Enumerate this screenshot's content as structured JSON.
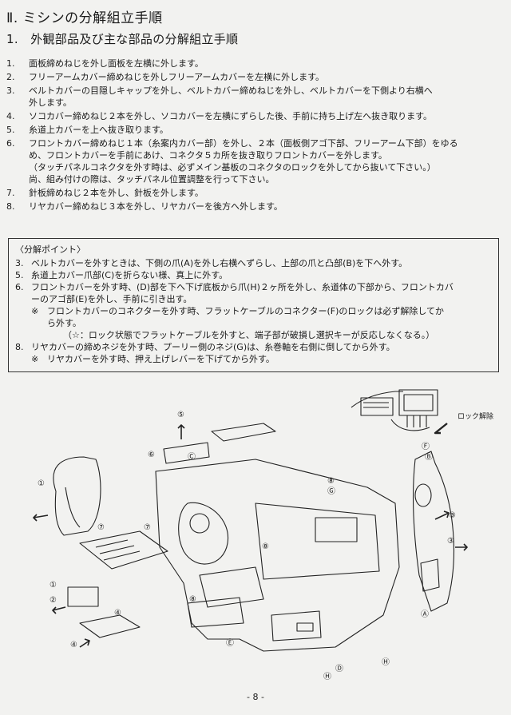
{
  "heading": "Ⅱ. ミシンの分解組立手順",
  "subheading": "1.　外観部品及び主な部品の分解組立手順",
  "steps": [
    {
      "num": "1.",
      "lines": [
        "面板締めねじを外し面板を左横に外します。"
      ]
    },
    {
      "num": "2.",
      "lines": [
        "フリーアームカバー締めねじを外しフリーアームカバーを左横に外します。"
      ]
    },
    {
      "num": "3.",
      "lines": [
        "ベルトカバーの目隠しキャップを外し、ベルトカバー締めねじを外し、ベルトカバーを下側より右横へ",
        "外します。"
      ]
    },
    {
      "num": "4.",
      "lines": [
        "ソコカバー締めねじ２本を外し、ソコカバーを左横にずらした後、手前に持ち上げ左へ抜き取ります。"
      ]
    },
    {
      "num": "5.",
      "lines": [
        "糸道上カバーを上へ抜き取ります。"
      ]
    },
    {
      "num": "6.",
      "lines": [
        "フロントカバー締めねじ１本（糸案内カバー部）を外し、２本（面板側アゴ下部、フリーアーム下部）をゆる",
        "め、フロントカバーを手前にあけ、コネクタ５カ所を抜き取りフロントカバーを外します。",
        "（タッチパネルコネクタを外す時は、必ずメイン基板のコネクタのロックを外してから抜いて下さい。）",
        "尚、組み付けの際は、タッチパネル位置調整を行って下さい。"
      ]
    },
    {
      "num": "7.",
      "lines": [
        "針板締めねじ２本を外し、針板を外します。"
      ]
    },
    {
      "num": "8.",
      "lines": [
        "リヤカバー締めねじ３本を外し、リヤカバーを後方へ外します。"
      ]
    }
  ],
  "points": {
    "title": "〈分解ポイント〉",
    "items": [
      {
        "num": "3.",
        "lines": [
          "ベルトカバーを外すときは、下側の爪(A)を外し右横へずらし、上部の爪と凸部(B)を下へ外す。"
        ]
      },
      {
        "num": "5.",
        "lines": [
          "糸道上カバー爪部(C)を折らない様、真上に外す。"
        ]
      },
      {
        "num": "6.",
        "lines": [
          "フロントカバーを外す時、(D)部を下へ下げ底板から爪(H)２ヶ所を外し、糸道体の下部から、フロントカバ",
          "ーのアゴ部(E)を外し、手前に引き出す。"
        ],
        "note_mark": "※",
        "note_lines": [
          "フロントカバーのコネクターを外す時、フラットケーブルのコネクター(F)のロックは必ず解除してか",
          "ら外す。"
        ],
        "sub_note": "（☆：ロック状態でフラットケーブルを外すと、端子部が破損し選択キーが反応しなくなる。）"
      },
      {
        "num": "8.",
        "lines": [
          "リヤカバーの締めネジを外す時、プーリー側のネジ(G)は、糸巻軸を右側に倒してから外す。"
        ],
        "note_mark": "※",
        "note_lines": [
          "リヤカバーを外す時、押え上げレバーを下げてから外す。"
        ]
      }
    ]
  },
  "figure": {
    "lock_release_label": "ロック解除",
    "callouts": [
      "①",
      "②",
      "③",
      "④",
      "⑤",
      "⑥",
      "⑦",
      "⑧"
    ],
    "letters": [
      "A",
      "B",
      "C",
      "D",
      "E",
      "F",
      "G",
      "H"
    ]
  },
  "page_number": "- 8 -"
}
